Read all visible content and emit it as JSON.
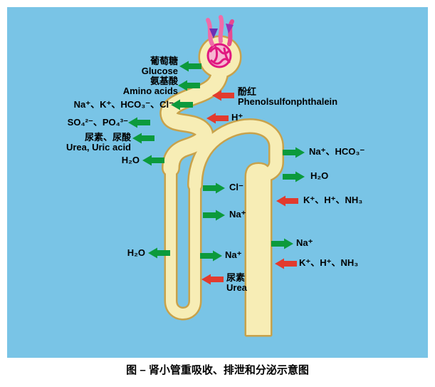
{
  "figure": {
    "caption": "图 – 肾小管重吸收、排泄和分泌示意图",
    "colors": {
      "background_blue": "#79C4E6",
      "tubule_fill": "#F7EDB5",
      "tubule_outline": "#C8A24B",
      "reabsorption_arrow_green": "#0C9A3C",
      "secretion_arrow_red": "#E23B2E",
      "glomerulus_pink": "#E0187F"
    },
    "annotations": {
      "glucose": {
        "zh": "葡萄糖",
        "en": "Glucose"
      },
      "amino_acids": {
        "zh": "氨基酸",
        "en": "Amino acids"
      },
      "ions_top": {
        "text": "Na⁺、K⁺、HCO₃⁻、Cl⁻"
      },
      "phenol_red": {
        "zh": "酚红",
        "en": "Phenolsulfonphthalein"
      },
      "hydrogen": {
        "text": "H⁺"
      },
      "sulfate_phosphate": {
        "text": "SO₄²⁻、PO₄³⁻"
      },
      "urea_uric": {
        "zh": "尿素、尿酸",
        "en": "Urea, Uric acid"
      },
      "water_upper_left": {
        "text": "H₂O"
      },
      "na_hco3_right": {
        "text": "Na⁺、HCO₃⁻"
      },
      "water_right": {
        "text": "H₂O"
      },
      "k_h_nh3_upper": {
        "text": "K⁺、H⁺、NH₃"
      },
      "chloride_mid": {
        "text": "Cl⁻"
      },
      "sodium_mid": {
        "text": "Na⁺"
      },
      "water_lower_left": {
        "text": "H₂O"
      },
      "sodium_mid_lower": {
        "text": "Na⁺"
      },
      "sodium_right": {
        "text": "Na⁺"
      },
      "k_h_nh3_lower": {
        "text": "K⁺、H⁺、NH₃"
      },
      "urea_lower": {
        "zh": "尿素",
        "en": "Urea"
      }
    }
  }
}
